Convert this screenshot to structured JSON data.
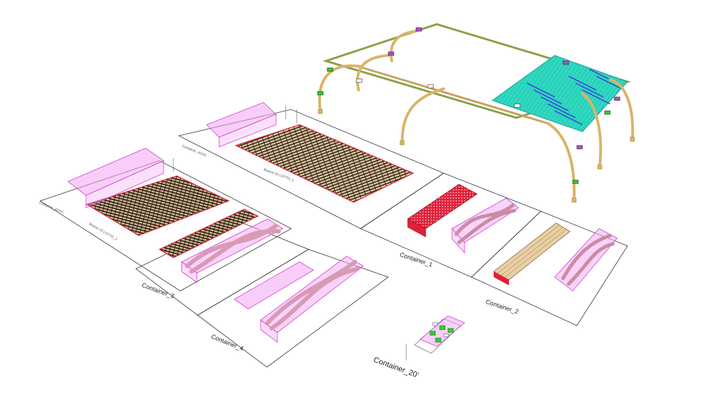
{
  "labels": {
    "container_1": "Container_1",
    "container_2": "Container_2",
    "container_3": "Container_3",
    "container_4": "Container_4",
    "container_20": "Container_20'",
    "container_40hc_a": "Container_40'HC",
    "container_40hc_b": "Container_40'HC",
    "beams_lotto_1": "Beams 20 LOTTO_1",
    "beams_lotto_2": "Beams 20 LOTTO_2"
  },
  "colors": {
    "container_fill": "#f3a6f3",
    "container_stroke": "#d23cd2",
    "beam_light": "#e9cfa4",
    "beam_dark": "#3b2f27",
    "arch_wood": "#d9b46a",
    "roof_panel": "#2fd9c0",
    "joint_blue": "#3b3bd8",
    "red_edge": "#e0203a",
    "pink_beam": "#efb2c8",
    "green_tag": "#33cc33"
  }
}
